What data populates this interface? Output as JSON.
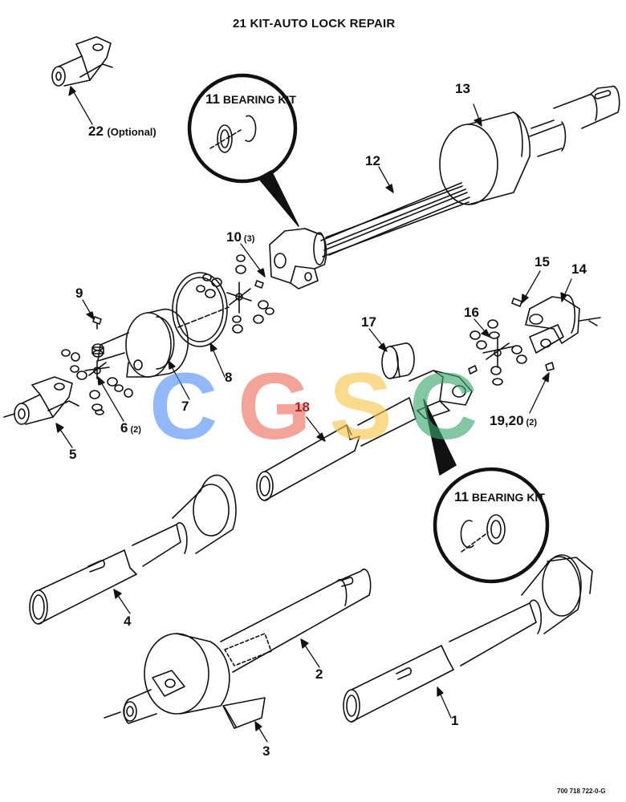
{
  "title": "21 KIT-AUTO LOCK REPAIR",
  "bearing_kit_top": {
    "num": "11",
    "text": "BEARING KIT"
  },
  "bearing_kit_bottom": {
    "num": "11",
    "text": "BEARING KIT"
  },
  "callouts": {
    "c22": "22",
    "c22_note": "(Optional)",
    "c13": "13",
    "c12": "12",
    "c10": "10",
    "c10_qty": "(3)",
    "c9": "9",
    "c7": "7",
    "c8": "8",
    "c6": "6",
    "c6_qty": "(2)",
    "c5": "5",
    "c15": "15",
    "c14": "14",
    "c16": "16",
    "c17": "17",
    "c18": "18",
    "c1920": "19,20",
    "c1920_qty": "(2)",
    "c4": "4",
    "c2": "2",
    "c1": "1",
    "c3": "3"
  },
  "watermark": {
    "letters": [
      "C",
      "G",
      "S",
      "C"
    ],
    "colors": [
      "#4f8df5",
      "#ee6b5c",
      "#f7c64a",
      "#38a86b"
    ]
  },
  "footer": "700 718 722-0-G"
}
